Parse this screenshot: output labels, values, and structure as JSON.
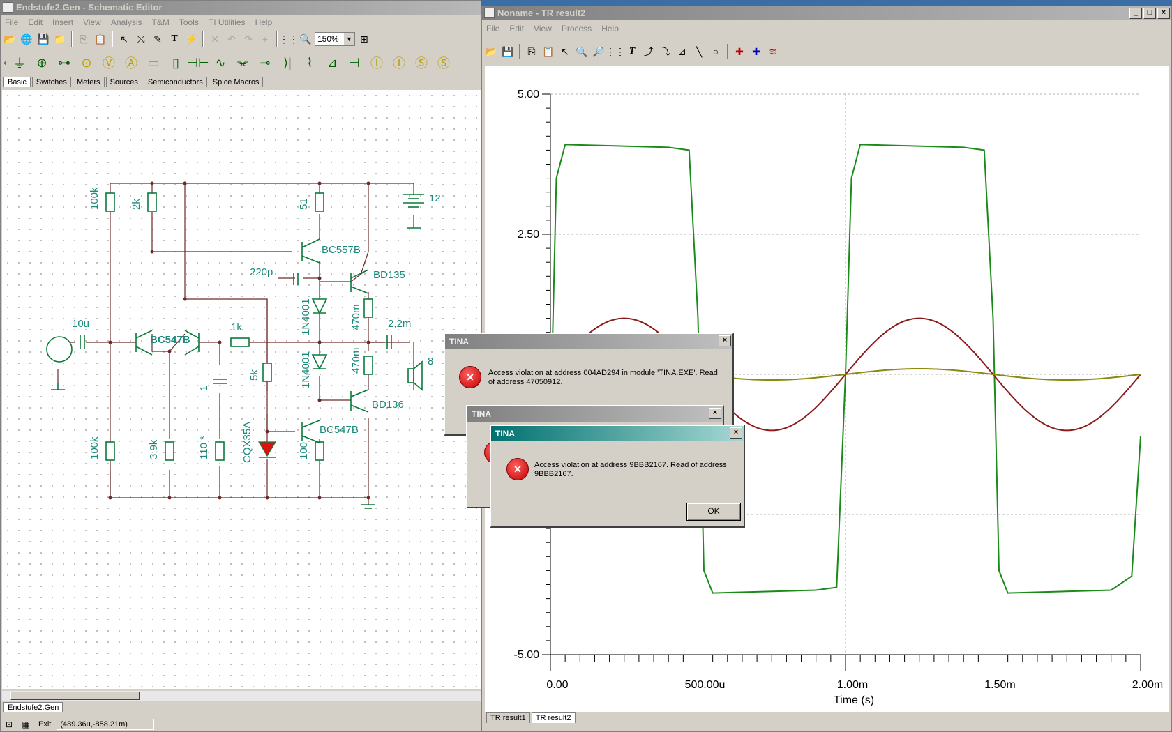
{
  "schematic_window": {
    "title": "Endstufe2.Gen - Schematic Editor",
    "menu": [
      "File",
      "Edit",
      "Insert",
      "View",
      "Analysis",
      "T&M",
      "Tools",
      "TI Utilities",
      "Help"
    ],
    "zoom": "150%",
    "tabs": [
      "Basic",
      "Switches",
      "Meters",
      "Sources",
      "Semiconductors",
      "Spice Macros"
    ],
    "doc_tab": "Endstufe2.Gen",
    "exit_label": "Exit",
    "coords": "(489.36u,-858.21m)",
    "labels": {
      "r100k_top": "100k",
      "r2k": "2k",
      "r51": "51",
      "battery": "12",
      "bc557b": "BC557B",
      "c220p": "220p",
      "bd135": "BD135",
      "d1n4001_a": "1N4001",
      "r470m_a": "470m",
      "c10u": "10u",
      "bc547b_pair": "BC547B",
      "r1k": "1k",
      "c2_2m": "2,2m",
      "speaker": "8",
      "d1n4001_b": "1N4001",
      "r470m_b": "470m",
      "bd136": "BD136",
      "c1": "1",
      "r5k": "5k",
      "bc547b_drv": "BC547B",
      "r100k_bot": "100k",
      "r3_9k": "3,9k",
      "r110": "110 *",
      "led": "CQX35A",
      "r100": "100"
    }
  },
  "result_window": {
    "title": "Noname - TR result2",
    "menu": [
      "File",
      "Edit",
      "View",
      "Process",
      "Help"
    ],
    "tabs": [
      "TR result1",
      "TR result2"
    ]
  },
  "chart_data": {
    "type": "line",
    "xlabel": "Time (s)",
    "xlim": [
      0,
      0.002
    ],
    "ylim": [
      -5,
      5
    ],
    "x_ticks": [
      {
        "v": 0,
        "label": "0.00"
      },
      {
        "v": 0.0005,
        "label": "500.00u"
      },
      {
        "v": 0.001,
        "label": "1.00m"
      },
      {
        "v": 0.0015,
        "label": "1.50m"
      },
      {
        "v": 0.002,
        "label": "2.00m"
      }
    ],
    "y_ticks": [
      {
        "v": 5,
        "label": "5.00"
      },
      {
        "v": 2.5,
        "label": "2.50"
      },
      {
        "v": -5,
        "label": "-5.00"
      }
    ],
    "grid": true,
    "series": [
      {
        "color": "#1a8a1a",
        "x": [
          0,
          2e-05,
          5e-05,
          0.0004,
          0.00047,
          0.0005,
          0.00052,
          0.00055,
          0.0009,
          0.00097,
          0.001,
          0.00102,
          0.00105,
          0.0014,
          0.00147,
          0.0015,
          0.00152,
          0.00155,
          0.0019,
          0.00197,
          0.002
        ],
        "y": [
          -1.0,
          3.5,
          4.1,
          4.05,
          4.0,
          1.0,
          -3.5,
          -3.9,
          -3.85,
          -3.8,
          0.0,
          3.5,
          4.1,
          4.05,
          4.0,
          1.0,
          -3.5,
          -3.9,
          -3.85,
          -3.6,
          -1.1
        ]
      },
      {
        "color": "#8b1a1a",
        "x": [
          0,
          0.00025,
          0.0005,
          0.00075,
          0.001,
          0.00125,
          0.0015,
          0.00175,
          0.002
        ],
        "y": [
          0.0,
          1.0,
          0.0,
          -1.0,
          0.0,
          1.0,
          0.0,
          -1.0,
          0.0
        ]
      },
      {
        "color": "#8a8a10",
        "x": [
          0,
          0.00025,
          0.0005,
          0.00075,
          0.001,
          0.00125,
          0.0015,
          0.00175,
          0.002
        ],
        "y": [
          0.0,
          0.1,
          0.0,
          -0.1,
          0.0,
          0.1,
          0.0,
          -0.1,
          0.0
        ]
      }
    ]
  },
  "dialogs": [
    {
      "title": "TINA",
      "message_l1": "Access violation at address 004AD294 in module 'TINA.EXE'. Read",
      "message_l2": "of address 47050912."
    },
    {
      "title": "TINA"
    },
    {
      "title": "TINA",
      "message_l1": "Access violation at address 9BBB2167. Read of address",
      "message_l2": "9BBB2167.",
      "ok": "OK"
    }
  ]
}
